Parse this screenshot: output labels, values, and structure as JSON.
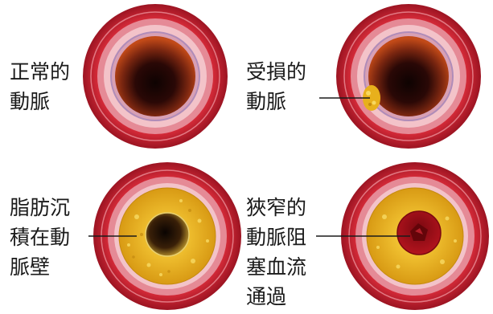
{
  "panels": [
    {
      "id": "normal",
      "label_lines": [
        "正常的",
        "動脈"
      ]
    },
    {
      "id": "damaged",
      "label_lines": [
        "受損的",
        "動脈"
      ]
    },
    {
      "id": "plaque",
      "label_lines": [
        "脂肪沉",
        "積在動",
        "脈壁"
      ]
    },
    {
      "id": "blocked",
      "label_lines": [
        "狹窄的",
        "動脈阻",
        "塞血流",
        "通過"
      ]
    }
  ],
  "colors": {
    "outer_wall": "#c41f2e",
    "outer_wall_dark": "#9c1422",
    "middle_wall": "#e27a88",
    "inner_wall": "#f3c3c9",
    "lumen_dark": "#1c0604",
    "lumen_glow": "#c24a18",
    "plaque": "#e8b01c",
    "plaque_dark": "#c48a10",
    "clot": "#a3101c",
    "leader_line": "#1a1a1a"
  }
}
